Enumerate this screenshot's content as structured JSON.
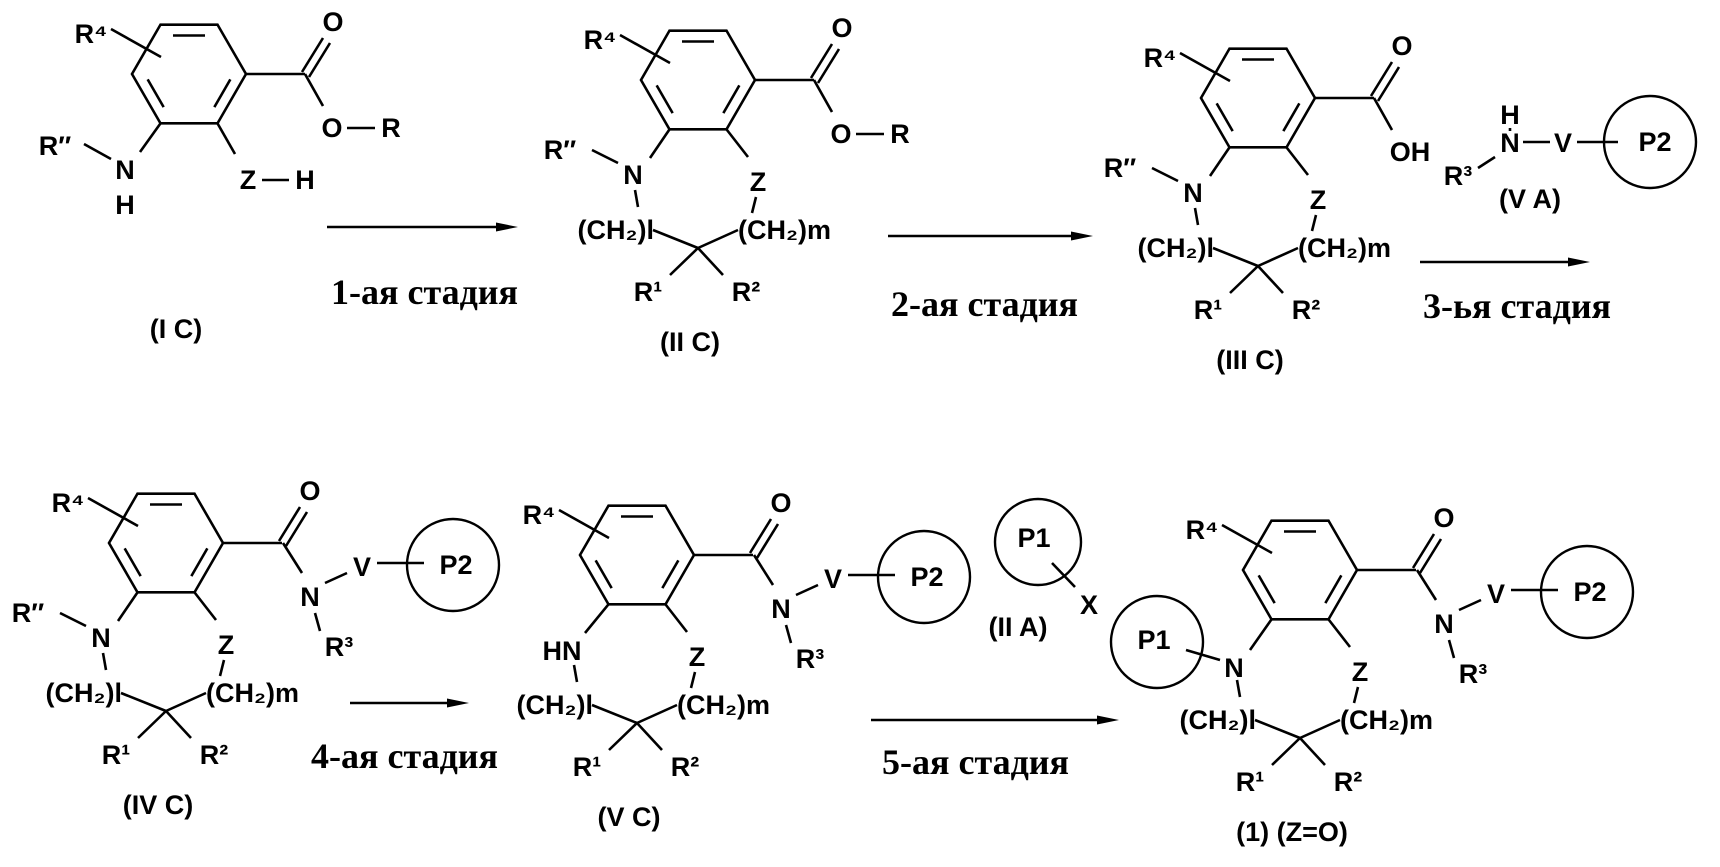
{
  "colors": {
    "ink": "#000000",
    "background": "#ffffff"
  },
  "steps": [
    {
      "label": "1-ая стадия"
    },
    {
      "label": "2-ая стадия"
    },
    {
      "label": "3-ья стадия"
    },
    {
      "label": "4-ая стадия"
    },
    {
      "label": "5-ая стадия"
    }
  ],
  "compounds": {
    "IC": {
      "label": "(I C)",
      "r4": "R⁴",
      "rpp": "R″",
      "n": "N",
      "nh": "H",
      "z": "Z",
      "zh": "H",
      "o_carbonyl": "O",
      "o_ester": "O",
      "r_ester": "R"
    },
    "IIC": {
      "label": "(II C)",
      "r4": "R⁴",
      "rpp": "R″",
      "n": "N",
      "z": "Z",
      "ch2l": "(CH₂)l",
      "ch2m": "(CH₂)m",
      "r1": "R¹",
      "r2": "R²",
      "o_carbonyl": "O",
      "o_ester": "O",
      "r_ester": "R"
    },
    "IIIC": {
      "label": "(III C)",
      "r4": "R⁴",
      "rpp": "R″",
      "n": "N",
      "z": "Z",
      "ch2l": "(CH₂)l",
      "ch2m": "(CH₂)m",
      "r1": "R¹",
      "r2": "R²",
      "o_carbonyl": "O",
      "oh": "OH"
    },
    "VA": {
      "label": "(V A)",
      "h": "H",
      "n": "N",
      "v": "V",
      "r3": "R³",
      "p2": "P2"
    },
    "IVC": {
      "label": "(IV C)",
      "r4": "R⁴",
      "rpp": "R″",
      "n": "N",
      "z": "Z",
      "ch2l": "(CH₂)l",
      "ch2m": "(CH₂)m",
      "r1": "R¹",
      "r2": "R²",
      "o_carbonyl": "O",
      "n_amide": "N",
      "v": "V",
      "p2": "P2",
      "r3": "R³"
    },
    "VC": {
      "label": "(V C)",
      "r4": "R⁴",
      "hn": "HN",
      "z": "Z",
      "ch2l": "(CH₂)l",
      "ch2m": "(CH₂)m",
      "r1": "R¹",
      "r2": "R²",
      "o_carbonyl": "O",
      "n_amide": "N",
      "v": "V",
      "p2": "P2",
      "r3": "R³"
    },
    "IIA": {
      "label": "(II A)",
      "p1": "P1",
      "x": "X"
    },
    "product": {
      "label": "(1)  (Z=O)",
      "r4": "R⁴",
      "p1": "P1",
      "n": "N",
      "z": "Z",
      "ch2l": "(CH₂)l",
      "ch2m": "(CH₂)m",
      "r1": "R¹",
      "r2": "R²",
      "o_carbonyl": "O",
      "n_amide": "N",
      "v": "V",
      "p2": "P2",
      "r3": "R³"
    }
  }
}
